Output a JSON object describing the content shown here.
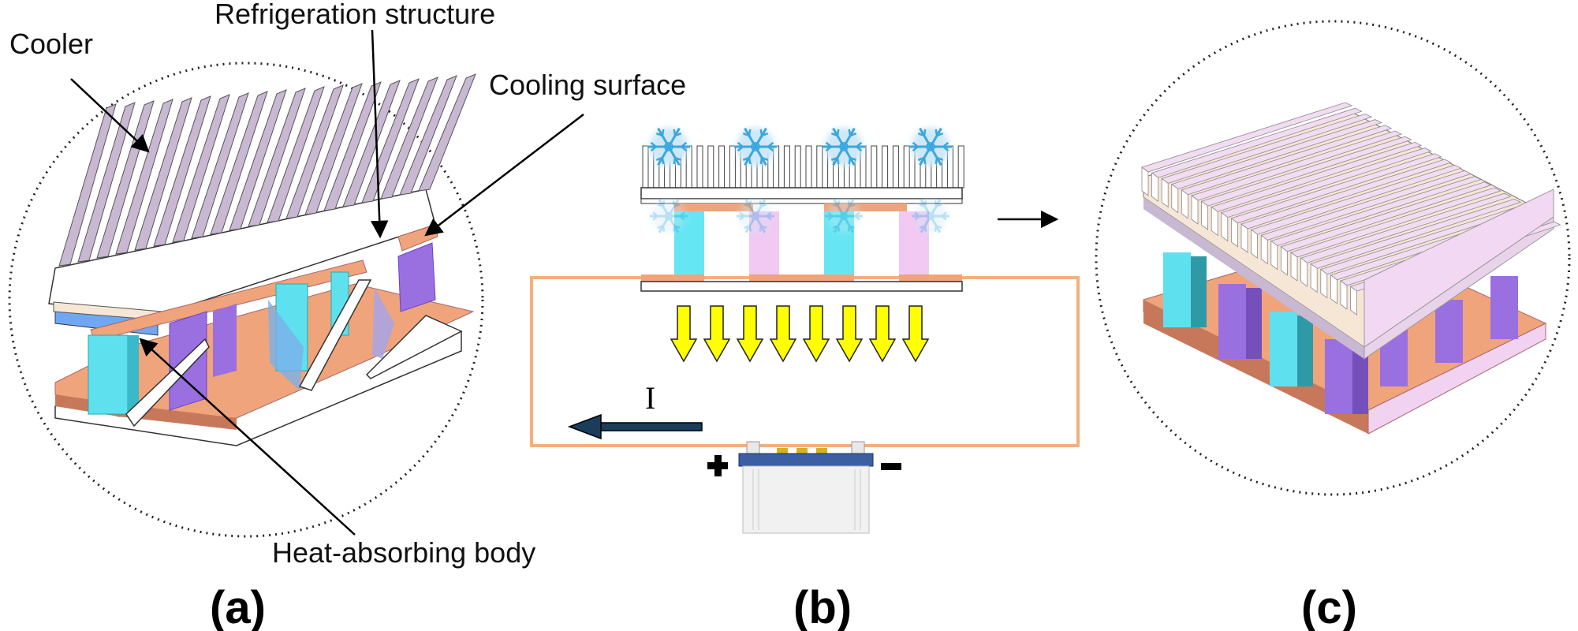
{
  "labels": {
    "cooler": "Cooler",
    "refrigeration_structure": "Refrigeration structure",
    "cooling_surface": "Cooling surface",
    "heat_absorbing_body": "Heat-absorbing body",
    "current": "I"
  },
  "panels": {
    "a": "(a)",
    "b": "(b)",
    "c": "(c)"
  },
  "battery": {
    "positive": "+",
    "negative": "−"
  },
  "icons": {
    "snowflake": "snowflake-icon",
    "heat_arrow": "arrow-down-icon",
    "current_arrow": "arrow-left-icon",
    "battery": "battery-icon"
  },
  "colors": {
    "fin": "#c9b8d2",
    "copper": "#f0a47c",
    "copper_edge": "#c8785a",
    "n_leg": "#5fe0ef",
    "p_leg": "#9a6fe0",
    "light_pink": "#f1d2f1",
    "heat_arrow": "#ffff00",
    "circuit": "#f2b07d",
    "snowflake": "#3aa7e0",
    "cooling_strip": "#6fa8f0"
  }
}
